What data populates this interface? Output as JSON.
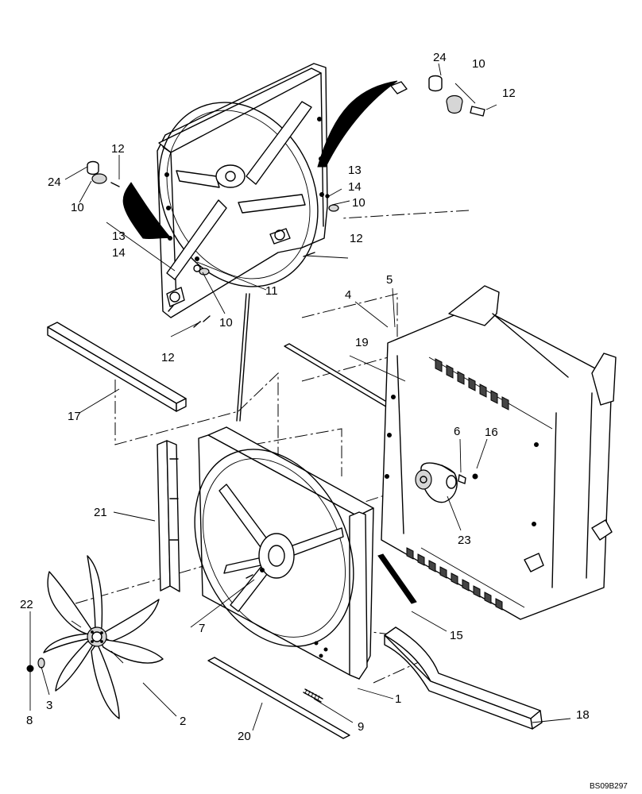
{
  "diagram": {
    "reference_code": "BS09B297",
    "callouts": {
      "c1": "1",
      "c2": "2",
      "c3": "3",
      "c4": "4",
      "c5": "5",
      "c6": "6",
      "c7": "7",
      "c8": "8",
      "c9": "9",
      "c10a": "10",
      "c10b": "10",
      "c10c": "10",
      "c10d": "10",
      "c11": "11",
      "c12a": "12",
      "c12b": "12",
      "c12c": "12",
      "c12d": "12",
      "c13a": "13",
      "c13b": "13",
      "c14a": "14",
      "c14b": "14",
      "c15": "15",
      "c16": "16",
      "c17": "17",
      "c18": "18",
      "c19": "19",
      "c20": "20",
      "c21": "21",
      "c22": "22",
      "c23": "23",
      "c24a": "24",
      "c24b": "24"
    }
  }
}
